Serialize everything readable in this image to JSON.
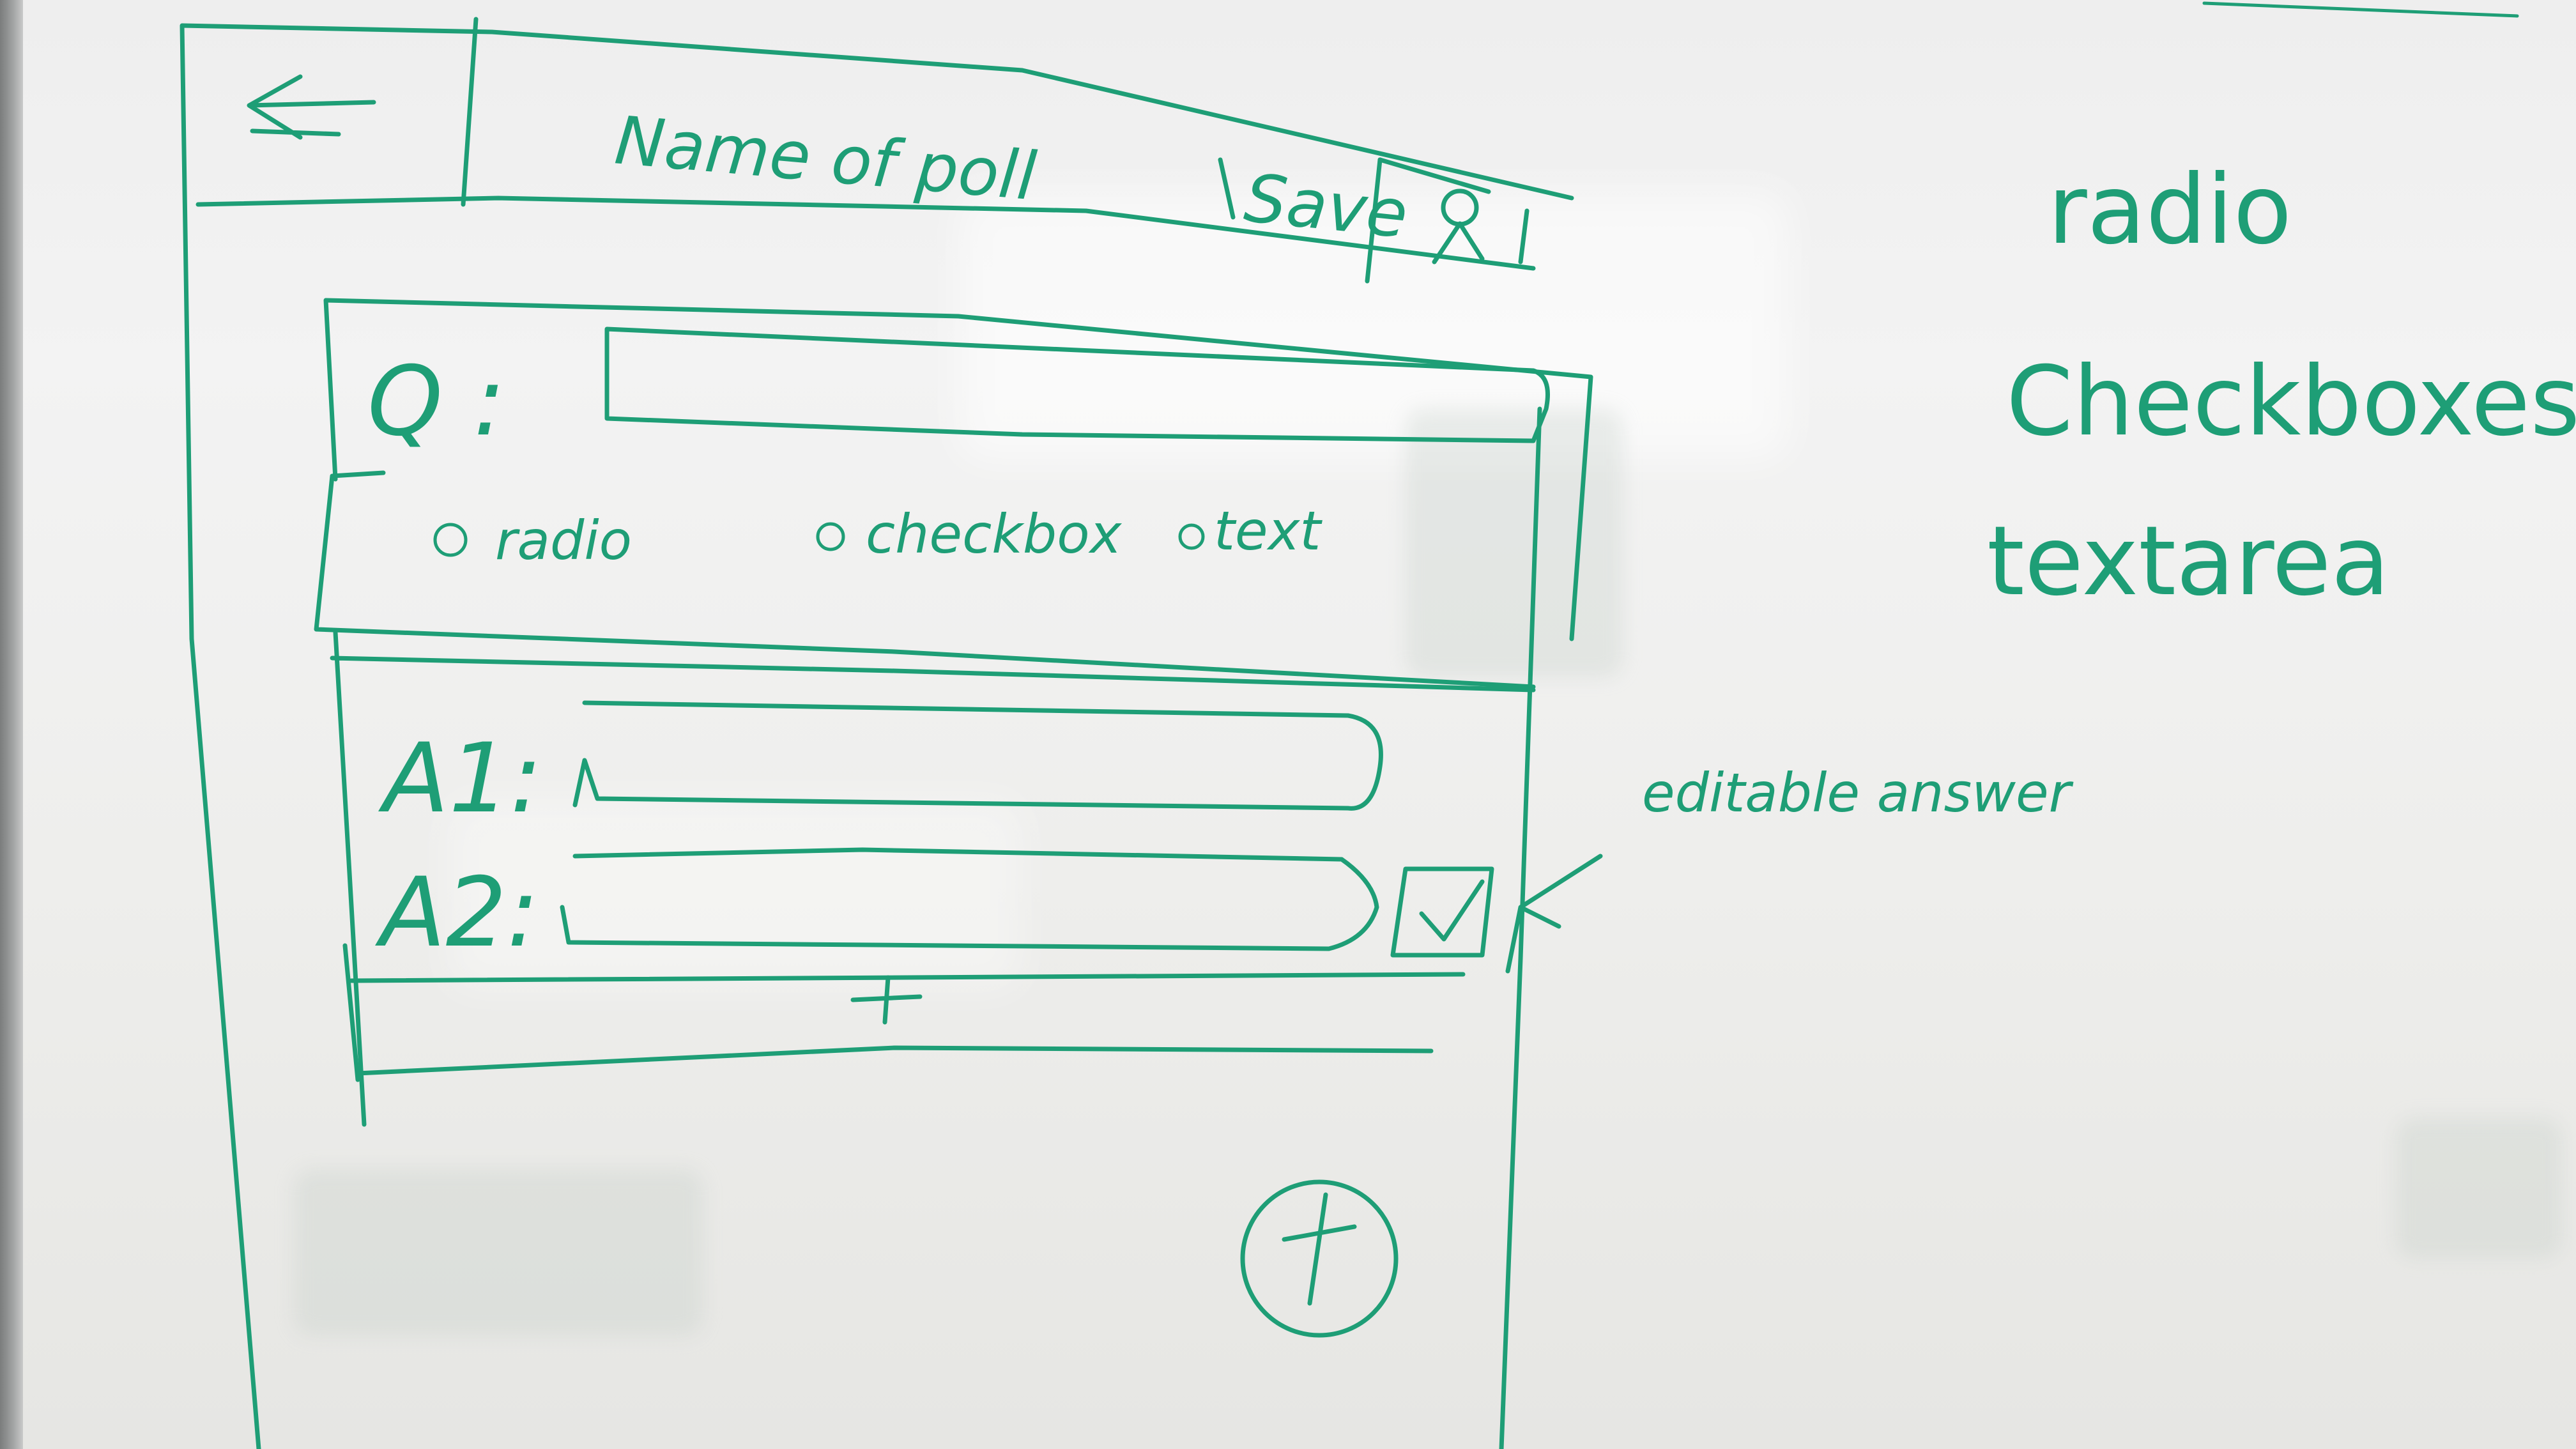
{
  "header": {
    "back_icon": "back-arrow-icon",
    "title": "Name of poll",
    "save_label": "Save",
    "user_icon": "user-icon"
  },
  "question": {
    "label": "Q :"
  },
  "answer_types": [
    {
      "label": "radio"
    },
    {
      "label": "checkbox"
    },
    {
      "label": "text"
    }
  ],
  "answers": [
    {
      "label": "A1:"
    },
    {
      "label": "A2:"
    }
  ],
  "add_answer_symbol": "+",
  "fab_symbol": "+",
  "annotation": "editable answer",
  "side_list": [
    "radio",
    "Checkboxes",
    "textarea"
  ],
  "ink_color": "#1e9e76"
}
